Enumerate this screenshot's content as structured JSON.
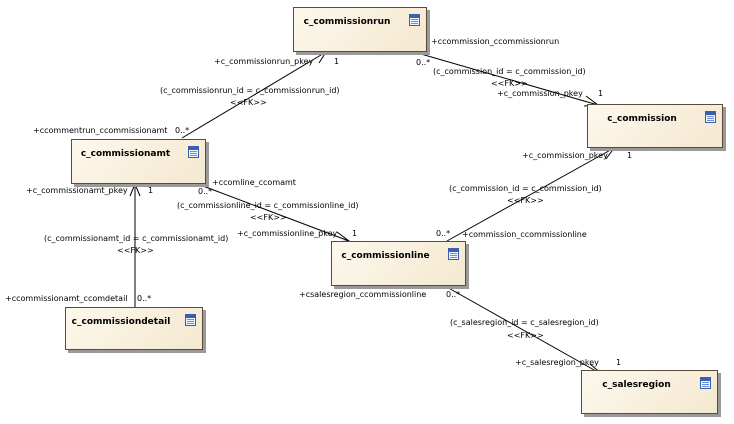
{
  "entities": {
    "commissionrun": "c_commissionrun",
    "commission": "c_commission",
    "commissionamt": "c_commissionamt",
    "commissionline": "c_commissionline",
    "commissiondetail": "c_commissiondetail",
    "salesregion": "c_salesregion"
  },
  "relations": {
    "run_amt": {
      "source_role": "+c_commissionrun_pkey",
      "source_mult": "1",
      "condition": "(c_commissionrun_id = c_commissionrun_id)",
      "stereotype": "<<FK>>",
      "target_role": "+ccommentrun_ccommissionamt",
      "target_mult": "0..*"
    },
    "commission_run": {
      "role_top": "+ccommission_ccommissionrun",
      "mult_top": "0..*",
      "condition": "(c_commission_id = c_commission_id)",
      "stereotype": "<<FK>>",
      "role_bottom": "+c_commission_pkey",
      "mult_bottom": "1"
    },
    "commission_line": {
      "source_role": "+c_commission_pkey",
      "source_mult": "1",
      "condition": "(c_commission_id = c_commission_id)",
      "stereotype": "<<FK>>",
      "target_mult": "0..*",
      "target_role": "+commission_ccommissionline"
    },
    "amt_line": {
      "role_top": "+ccomline_ccomamt",
      "mult_top": "0..*",
      "condition": "(c_commissionline_id = c_commissionline_id)",
      "stereotype": "<<FK>>",
      "role_bottom": "+c_commissionline_pkey",
      "mult_bottom": "1"
    },
    "amt_detail": {
      "source_role": "+c_commissionamt_pkey",
      "source_mult": "1",
      "condition": "(c_commissionamt_id = c_commissionamt_id)",
      "stereotype": "<<FK>>",
      "target_role": "+ccommissionamt_ccomdetail",
      "target_mult": "0..*"
    },
    "line_region": {
      "role_top": "+csalesregion_ccommissionline",
      "mult_top": "0..*",
      "condition": "(c_salesregion_id = c_salesregion_id)",
      "stereotype": "<<FK>>",
      "role_bottom": "+c_salesregion_pkey",
      "mult_bottom": "1"
    }
  }
}
